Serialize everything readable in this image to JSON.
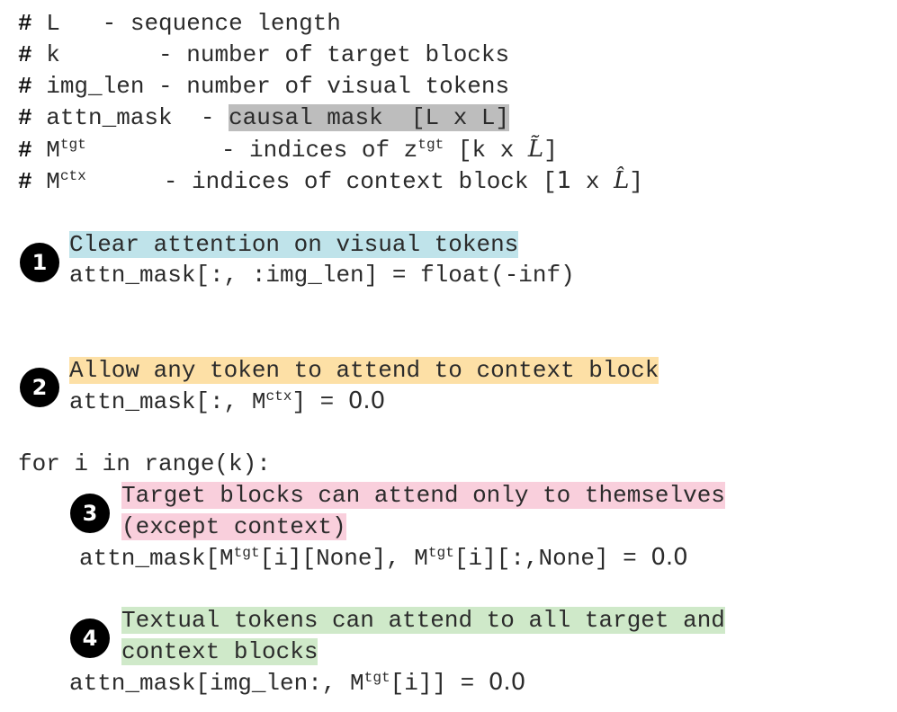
{
  "comments": [
    {
      "hash": "#",
      "name": "L",
      "gap1": "   ",
      "sep": "- sequence length",
      "extra": ""
    },
    {
      "hash": "#",
      "name": "k",
      "gap1": "       ",
      "sep": "- number of target blocks",
      "extra": ""
    },
    {
      "hash": "#",
      "name": "img_len",
      "gap1": " ",
      "sep": "- number of visual tokens",
      "extra": ""
    }
  ],
  "attn_comment": {
    "hash": "#",
    "name": "attn_mask",
    "dash": "  - ",
    "highlight": "causal mask  [L x L]"
  },
  "mtgt_comment": {
    "hash": "#",
    "base": "M",
    "sup": "tgt",
    "text": "- indices of z",
    "sup2": "tgt",
    "dims": "[k x ",
    "sym": "L̃",
    "close": "]"
  },
  "mctx_comment": {
    "hash": "#",
    "base": "M",
    "sup": "ctx",
    "text": "- indices of context block",
    "dims": "[",
    "one": "1",
    "dims2": " x ",
    "sym": "L̂",
    "close": "]"
  },
  "steps": [
    {
      "badge": "1",
      "label": "Clear attention on visual tokens",
      "code_a": "attn_mask[:, :img_len] = float(",
      "code_b": "-",
      "code_c": "inf)"
    },
    {
      "badge": "2",
      "label": "Allow any token to attend to context block",
      "code_a": "attn_mask[:, M",
      "sup": "ctx",
      "code_b": "] = ",
      "value": "0.0"
    },
    {
      "badge": "3",
      "label_1": "Target blocks can attend only to themselves",
      "label_2": "(except context)",
      "code_a": "attn_mask[M",
      "sup1": "tgt",
      "code_b": "[i][None], M",
      "sup2": "tgt",
      "code_c": "[i][:,None] = ",
      "value": "0.0"
    },
    {
      "badge": "4",
      "label_1": "Textual tokens can attend to all target and",
      "label_2": "context blocks",
      "code_a": "attn_mask[img_len:, M",
      "sup": "tgt",
      "code_b": "[i]] = ",
      "value": "0.0"
    }
  ],
  "loop": "for i in range(k):"
}
